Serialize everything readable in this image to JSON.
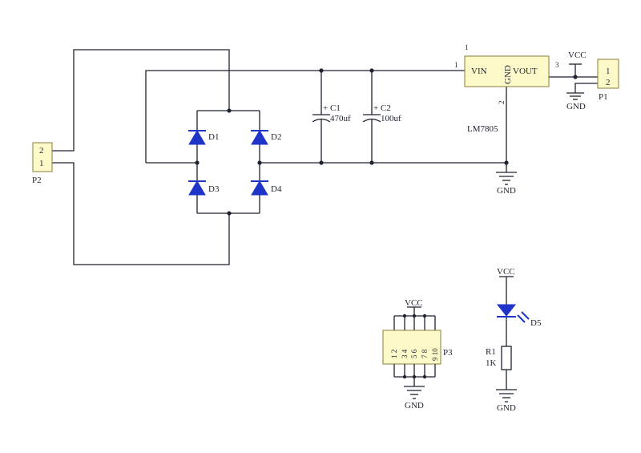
{
  "regulator": {
    "name": "LM7805",
    "vin": "VIN",
    "gnd": "GND",
    "vout": "VOUT",
    "pin1": "1",
    "pin1_left": "1",
    "pin2": "2",
    "pin3": "3"
  },
  "p1": {
    "ref": "P1",
    "pin1": "1",
    "pin2": "2",
    "vcc": "VCC",
    "gnd": "GND"
  },
  "p2": {
    "ref": "P2",
    "pin2": "2",
    "pin1": "1"
  },
  "bridge": {
    "d1": "D1",
    "d2": "D2",
    "d3": "D3",
    "d4": "D4"
  },
  "caps": {
    "c1": {
      "ref": "C1",
      "value": "470uf",
      "plus": "+"
    },
    "c2": {
      "ref": "C2",
      "value": "100uf",
      "plus": "+"
    }
  },
  "ground_main": "GND",
  "p3": {
    "ref": "P3",
    "vcc": "VCC",
    "gnd": "GND",
    "pins": [
      "1 2",
      "3 4",
      "5 6",
      "7 8",
      "9 10"
    ]
  },
  "led": {
    "vcc": "VCC",
    "ref": "D5",
    "gnd": "GND"
  },
  "resistor": {
    "ref": "R1",
    "value": "1K"
  }
}
